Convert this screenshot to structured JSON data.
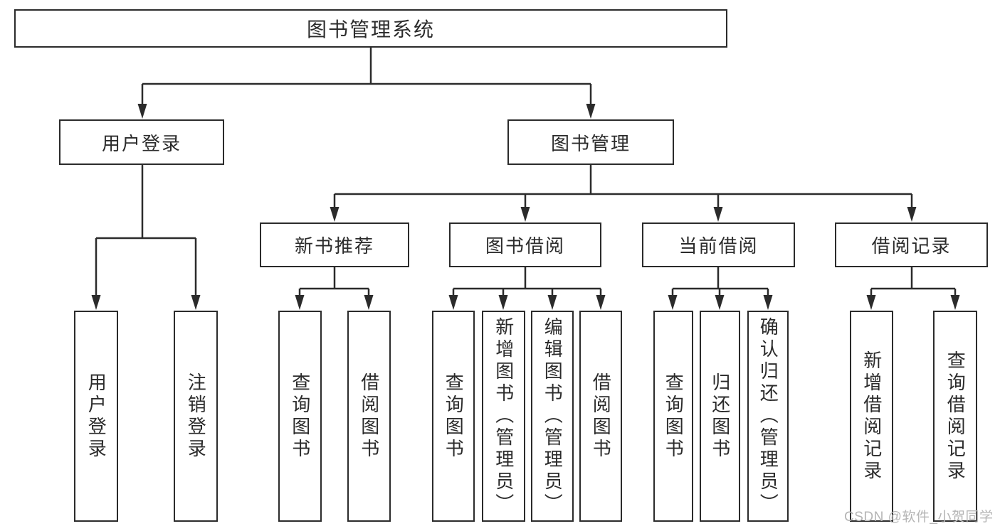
{
  "tree": {
    "root": {
      "label": "图书管理系统"
    },
    "children": [
      {
        "label": "用户登录",
        "children": [
          {
            "label": "用户登录"
          },
          {
            "label": "注销登录"
          }
        ]
      },
      {
        "label": "图书管理",
        "children": [
          {
            "label": "新书推荐",
            "children": [
              {
                "label": "查询图书"
              },
              {
                "label": "借阅图书"
              }
            ]
          },
          {
            "label": "图书借阅",
            "children": [
              {
                "label": "查询图书"
              },
              {
                "label": "新增图书（管理员）"
              },
              {
                "label": "编辑图书（管理员）"
              },
              {
                "label": "借阅图书"
              }
            ]
          },
          {
            "label": "当前借阅",
            "children": [
              {
                "label": "查询图书"
              },
              {
                "label": "归还图书"
              },
              {
                "label": "确认归还（管理员）"
              }
            ]
          },
          {
            "label": "借阅记录",
            "children": [
              {
                "label": "新增借阅记录"
              },
              {
                "label": "查询借阅记录"
              }
            ]
          }
        ]
      }
    ]
  },
  "watermark": {
    "text": "CSDN @软件_小贺同学"
  },
  "colors": {
    "line": "#2b2b2b",
    "text": "#2b2b2b",
    "watermark": "#b5b5b5",
    "background": "#ffffff"
  }
}
